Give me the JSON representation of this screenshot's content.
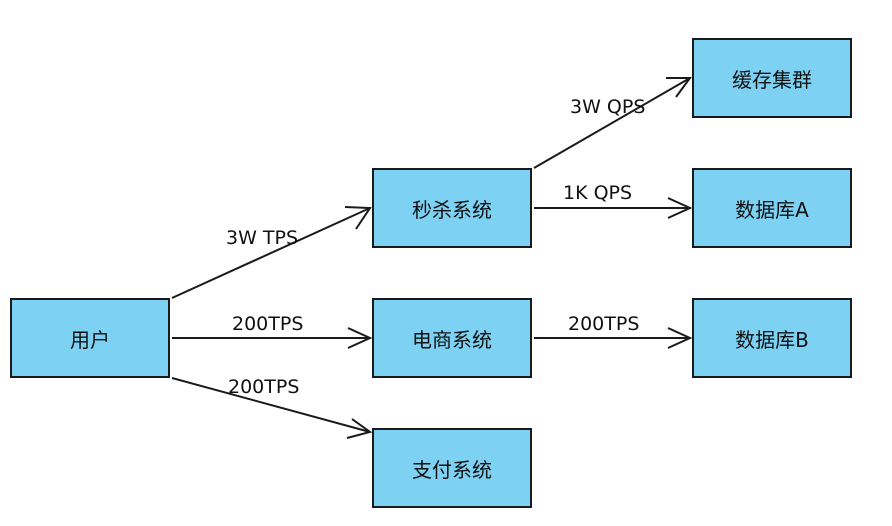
{
  "nodes": {
    "user": "用户",
    "seckill": "秒杀系统",
    "ecommerce": "电商系统",
    "payment": "支付系统",
    "cache_cluster": "缓存集群",
    "database_a": "数据库A",
    "database_b": "数据库B"
  },
  "edges": {
    "user_to_seckill": "3W TPS",
    "user_to_ecommerce": "200TPS",
    "user_to_payment": "200TPS",
    "seckill_to_cache": "3W QPS",
    "seckill_to_database_a": "1K QPS",
    "ecommerce_to_database_b": "200TPS"
  },
  "colors": {
    "node_fill": "#7dd1f3",
    "node_border": "#1a1a1a",
    "edge": "#1a1a1a"
  }
}
